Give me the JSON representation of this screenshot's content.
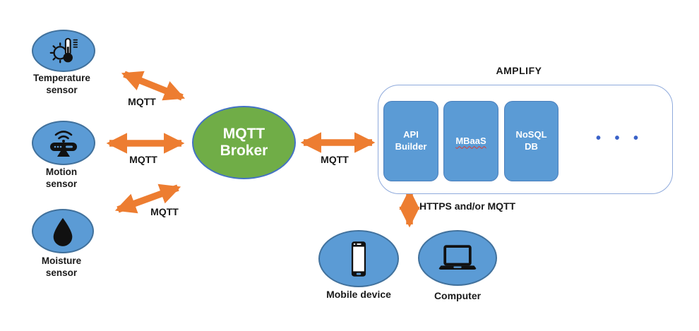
{
  "colors": {
    "node_blue": "#5B9BD5",
    "node_border": "#41719C",
    "broker_green": "#70AD47",
    "broker_border": "#4472C4",
    "arrow_orange": "#ED7D31",
    "container_border": "#8FAADC",
    "dots_blue": "#3A62C8",
    "text": "#1A1A1A"
  },
  "sensors": [
    {
      "id": "temperature",
      "label": "Temperature\nsensor"
    },
    {
      "id": "motion",
      "label": "Motion\nsensor"
    },
    {
      "id": "moisture",
      "label": "Moisture\nsensor"
    }
  ],
  "broker": {
    "label": "MQTT\nBroker"
  },
  "edges": {
    "temperature_broker": "MQTT",
    "motion_broker": "MQTT",
    "moisture_broker": "MQTT",
    "broker_amplify": "MQTT",
    "amplify_devices": "HTTPS and/or MQTT"
  },
  "amplify": {
    "title": "AMPLIFY",
    "services": [
      {
        "label": "API\nBuilder"
      },
      {
        "label": "MBaaS"
      },
      {
        "label": "NoSQL\nDB"
      }
    ],
    "more_dots": "• • •"
  },
  "devices": [
    {
      "id": "mobile",
      "label": "Mobile device"
    },
    {
      "id": "computer",
      "label": "Computer"
    }
  ]
}
